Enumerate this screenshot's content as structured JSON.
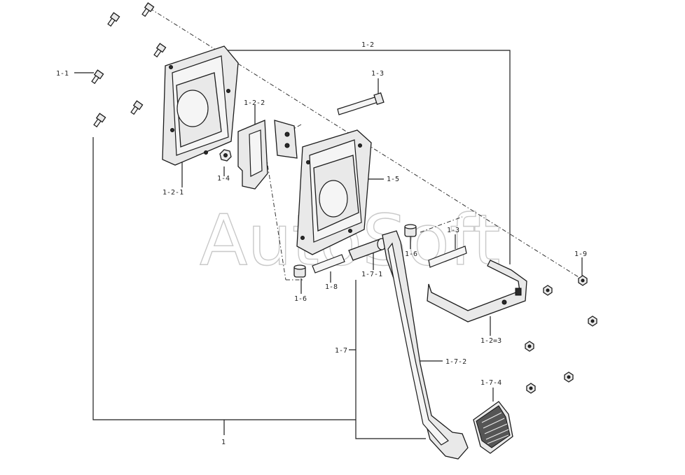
{
  "watermark": "AutoSoft",
  "labels": {
    "p1": "1",
    "p1_1": "1-1",
    "p1_2": "1-2",
    "p1_2_1": "1-2-1",
    "p1_2_2": "1-2-2",
    "p1_2_3": "1-2=3",
    "p1_3": "1-3",
    "p1_3b": "1-3",
    "p1_4": "1-4",
    "p1_5": "1-5",
    "p1_6a": "1-6",
    "p1_6b": "1-6",
    "p1_7": "1-7",
    "p1_7_1": "1-7-1",
    "p1_7_2": "1-7-2",
    "p1_7_4": "1-7-4",
    "p1_8": "1-8",
    "p1_9": "1-9"
  }
}
